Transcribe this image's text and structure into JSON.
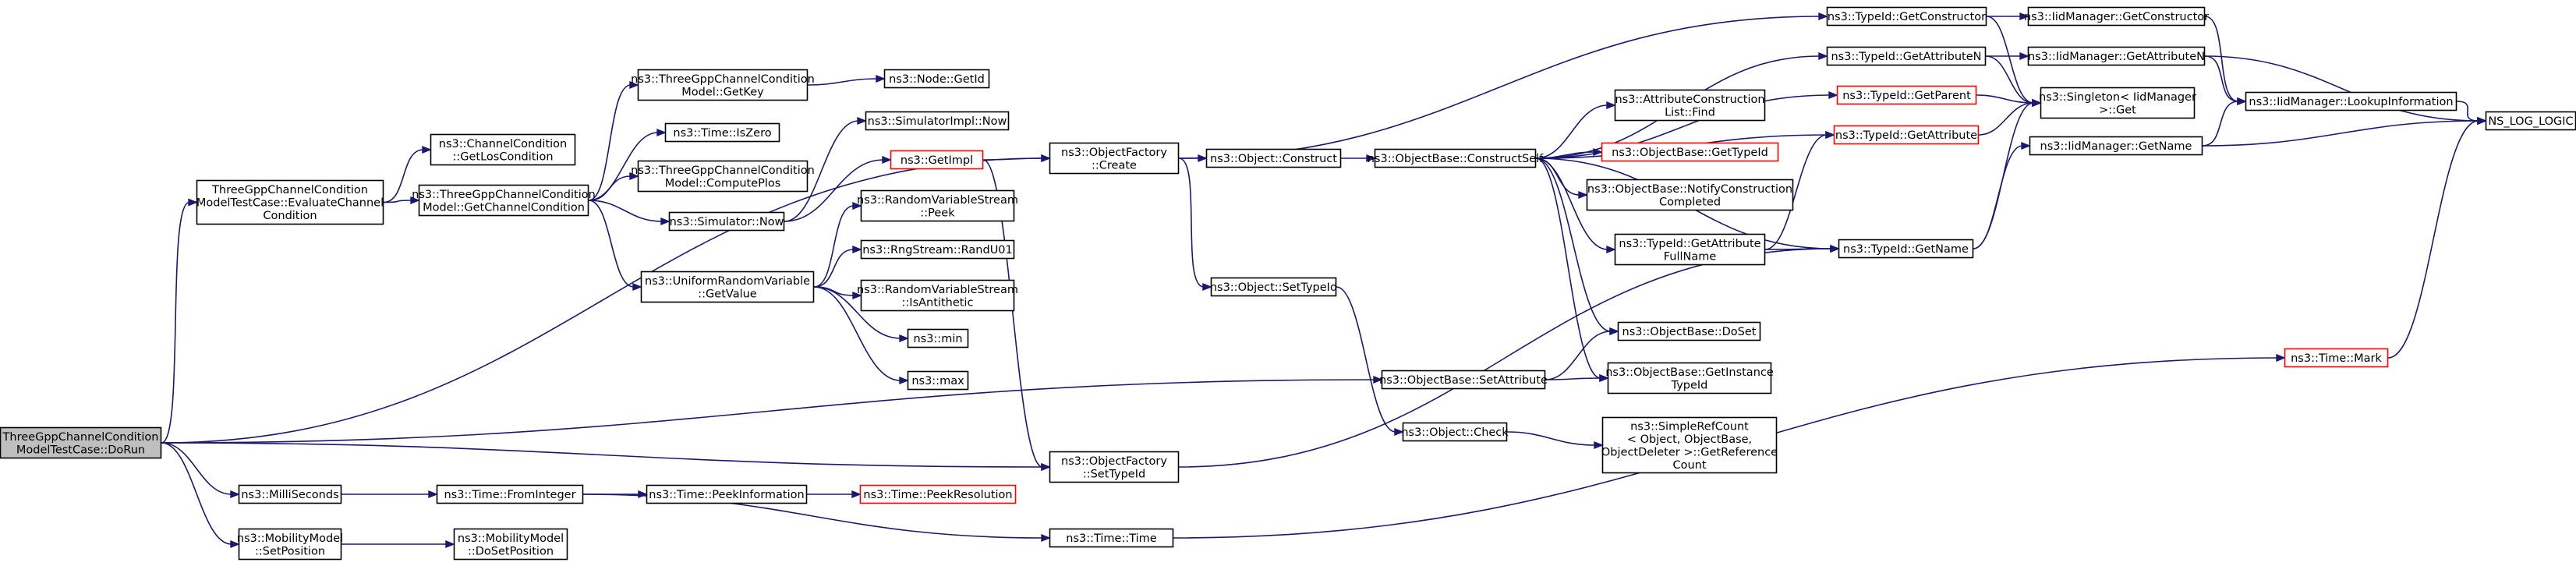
{
  "graph": {
    "title": "",
    "colors": {
      "edge": "#191970",
      "node_border": "#000000",
      "node_border_external": "#ff0000",
      "node_fill": "#ffffff",
      "root_fill": "#bfbfbf"
    },
    "nodes": {
      "n01": [
        "ThreeGppChannelCondition",
        "ModelTestCase::DoRun"
      ],
      "n02": [
        "ThreeGppChannelCondition",
        "ModelTestCase::EvaluateChannel",
        "Condition"
      ],
      "n03": [
        "ns3::ChannelCondition",
        "::GetLosCondition"
      ],
      "n04": [
        "ns3::ThreeGppChannelCondition",
        "Model::GetChannelCondition"
      ],
      "n05": [
        "ns3::ThreeGppChannelCondition",
        "Model::GetKey"
      ],
      "n06": [
        "ns3::Node::GetId"
      ],
      "n07": [
        "ns3::Time::IsZero"
      ],
      "n08": [
        "ns3::ThreeGppChannelCondition",
        "Model::ComputePlos"
      ],
      "n09": [
        "ns3::Simulator::Now"
      ],
      "n10": [
        "ns3::SimulatorImpl::Now"
      ],
      "n11": [
        "ns3::GetImpl"
      ],
      "n12": [
        "ns3::UniformRandomVariable",
        "::GetValue"
      ],
      "n13": [
        "ns3::RandomVariableStream",
        "::Peek"
      ],
      "n14": [
        "ns3::RngStream::RandU01"
      ],
      "n15": [
        "ns3::RandomVariableStream",
        "::IsAntithetic"
      ],
      "n16": [
        "ns3::min"
      ],
      "n17": [
        "ns3::max"
      ],
      "n18": [
        "ns3::ObjectFactory",
        "::Create"
      ],
      "n19": [
        "ns3::Object::Construct"
      ],
      "n20": [
        "ns3::ObjectBase::ConstructSelf"
      ],
      "n21": [
        "ns3::Object::SetTypeId"
      ],
      "n22": [
        "ns3::Object::Check"
      ],
      "n23": [
        "ns3::ObjectFactory",
        "::SetTypeId"
      ],
      "n24": [
        "ns3::ObjectBase::SetAttribute"
      ],
      "n25": [
        "ns3::MilliSeconds"
      ],
      "n26": [
        "ns3::Time::FromInteger"
      ],
      "n27": [
        "ns3::Time::PeekInformation"
      ],
      "n28": [
        "ns3::Time::PeekResolution"
      ],
      "n29": [
        "ns3::Time::Time"
      ],
      "n30": [
        "ns3::MobilityModel",
        "::SetPosition"
      ],
      "n31": [
        "ns3::MobilityModel",
        "::DoSetPosition"
      ],
      "n32": [
        "ns3::AttributeConstruction",
        "List::Find"
      ],
      "n33": [
        "ns3::ObjectBase::GetTypeId"
      ],
      "n34": [
        "ns3::ObjectBase::NotifyConstruction",
        "Completed"
      ],
      "n35": [
        "ns3::TypeId::GetAttribute",
        "FullName"
      ],
      "n36": [
        "ns3::ObjectBase::DoSet"
      ],
      "n37": [
        "ns3::ObjectBase::GetInstance",
        "TypeId"
      ],
      "n38": [
        "ns3::SimpleRefCount",
        "< Object, ObjectBase,",
        "ObjectDeleter >::GetReference",
        "Count"
      ],
      "n39": [
        "ns3::TypeId::GetConstructor"
      ],
      "n40": [
        "ns3::TypeId::GetAttributeN"
      ],
      "n41": [
        "ns3::TypeId::GetParent"
      ],
      "n42": [
        "ns3::TypeId::GetAttribute"
      ],
      "n43": [
        "ns3::TypeId::GetName"
      ],
      "n44": [
        "ns3::IidManager::GetConstructor"
      ],
      "n45": [
        "ns3::IidManager::GetAttributeN"
      ],
      "n46": [
        "ns3::IidManager::LookupInformation"
      ],
      "n47": [
        "ns3::Singleton< IidManager",
        ">::Get"
      ],
      "n48": [
        "ns3::IidManager::GetName"
      ],
      "n49": [
        "NS_LOG_LOGIC"
      ],
      "n50": [
        "ns3::Time::Mark"
      ]
    }
  }
}
